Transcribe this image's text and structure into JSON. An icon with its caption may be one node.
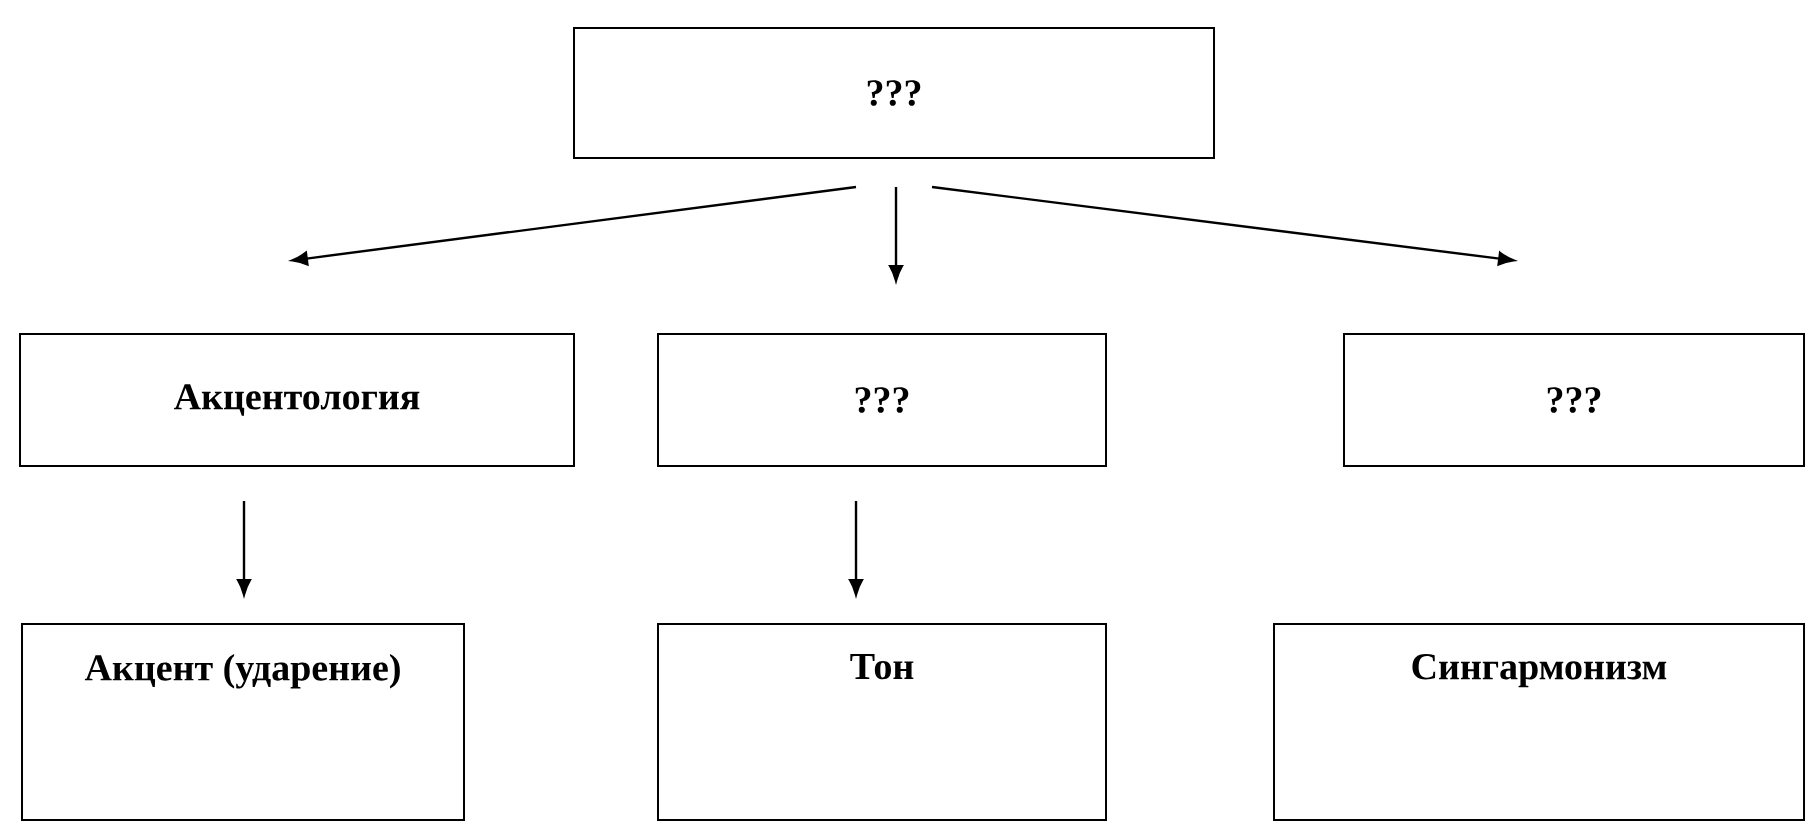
{
  "diagram": {
    "nodes": [
      {
        "text": [
          "???"
        ]
      },
      {
        "text": [
          "Акцентология"
        ]
      },
      {
        "text": [
          "???"
        ]
      },
      {
        "text": [
          "???"
        ]
      },
      {
        "text": [
          "Акцент (ударение)"
        ]
      },
      {
        "text": [
          "Тон"
        ]
      },
      {
        "text": [
          "Сингармонизм"
        ]
      }
    ],
    "edges": [
      {
        "from": 0,
        "to": 1,
        "arrow": "to"
      },
      {
        "from": 0,
        "to": 2,
        "arrow": "to"
      },
      {
        "from": 0,
        "to": 3,
        "arrow": "to"
      },
      {
        "from": 1,
        "to": 4,
        "arrow": "to"
      },
      {
        "from": 2,
        "to": 5,
        "arrow": "to"
      }
    ]
  }
}
